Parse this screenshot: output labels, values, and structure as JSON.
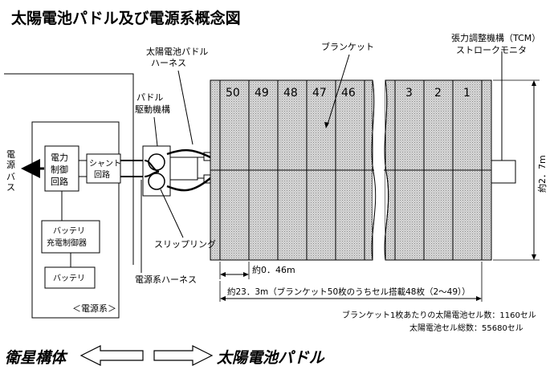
{
  "title": "太陽電池パドル及び電源系概念図",
  "labels": {
    "harness_top": [
      "太陽電池パドル",
      "ハーネス"
    ],
    "paddle_drive": [
      "パドル",
      "駆動機構"
    ],
    "blanket": "ブランケット",
    "tcm": [
      "張力調整機構（TCM）",
      "ストロークモニタ"
    ],
    "power_bus": [
      "電",
      "源",
      "バ",
      "ス"
    ],
    "power_control": [
      "電力",
      "制御",
      "回路"
    ],
    "shunt": [
      "シャント",
      "回路"
    ],
    "battery_charger": [
      "バッテリ",
      "充電制御器"
    ],
    "battery": "バッテリ",
    "power_system": "＜電源系＞",
    "slip_ring": "スリップリング",
    "power_harness": "電源系ハーネス",
    "height": "約2．7m",
    "panel_width": "約0．46m",
    "total_length": "約23．3m（ブランケット50枚のうちセル搭載48枚（2～49））",
    "cells_per_blanket": "ブランケット1枚あたりの太陽電池セル数：1160セル",
    "total_cells": "太陽電池セル総数：55680セル",
    "satellite_body": "衛星構体",
    "solar_paddle": "太陽電池パドル"
  },
  "panel_numbers_left": [
    "50",
    "49",
    "48",
    "47",
    "46"
  ],
  "panel_numbers_right": [
    "3",
    "2",
    "1"
  ]
}
